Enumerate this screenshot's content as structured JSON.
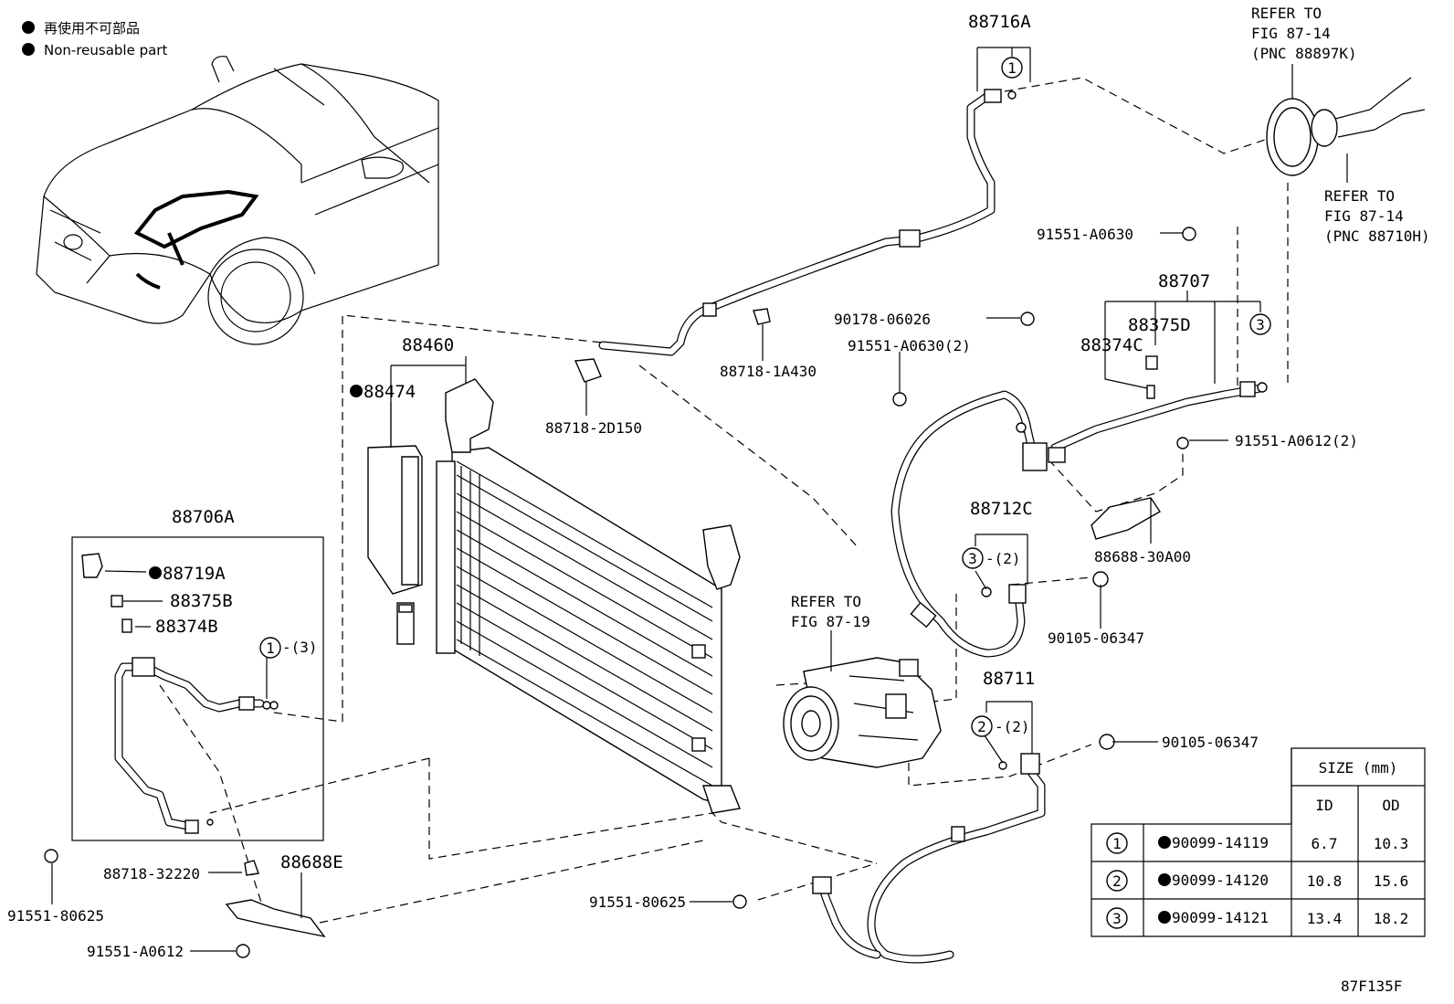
{
  "legend": {
    "jp": "再使用不可部品",
    "en": "Non-reusable part"
  },
  "refs": {
    "fig_87_14_a": [
      "REFER TO",
      "FIG 87-14",
      "(PNC 88897K)"
    ],
    "fig_87_14_b": [
      "REFER TO",
      "FIG 87-14",
      "(PNC 88710H)"
    ],
    "fig_87_19": [
      "REFER TO",
      "FIG 87-19"
    ]
  },
  "parts": {
    "p88716A": "88716A",
    "p91551_A0630_top": "91551-A0630",
    "p88707": "88707",
    "p90178_06026": "90178-06026",
    "p88375D": "88375D",
    "p88374C": "88374C",
    "p91551_A0630_2": "91551-A0630(2)",
    "p91551_A0612_2": "91551-A0612(2)",
    "p88460": "88460",
    "p88474": "88474",
    "p88718_1A430": "88718-1A430",
    "p88718_2D150": "88718-2D150",
    "p88712C": "88712C",
    "p88688_30A00": "88688-30A00",
    "p90105_06347_a": "90105-06347",
    "p88706A": "88706A",
    "p88719A": "88719A",
    "p88375B": "88375B",
    "p88374B": "88374B",
    "p88711": "88711",
    "p90105_06347_b": "90105-06347",
    "p91551_80625_left": "91551-80625",
    "p88718_32220": "88718-32220",
    "p88688E": "88688E",
    "p91551_A0612": "91551-A0612",
    "p91551_80625_mid": "91551-80625"
  },
  "qty": {
    "q1_3": "-(3)",
    "q3_2": "-(2)",
    "q2_2": "-(2)"
  },
  "circle_numbers": [
    "1",
    "2",
    "3"
  ],
  "size_table": {
    "header": "SIZE (mm)",
    "col_id": "ID",
    "col_od": "OD",
    "rows": [
      {
        "num": "1",
        "part": "90099-14119",
        "id": "6.7",
        "od": "10.3"
      },
      {
        "num": "2",
        "part": "90099-14120",
        "id": "10.8",
        "od": "15.6"
      },
      {
        "num": "3",
        "part": "90099-14121",
        "id": "13.4",
        "od": "18.2"
      }
    ]
  },
  "figure_code": "87F135F"
}
